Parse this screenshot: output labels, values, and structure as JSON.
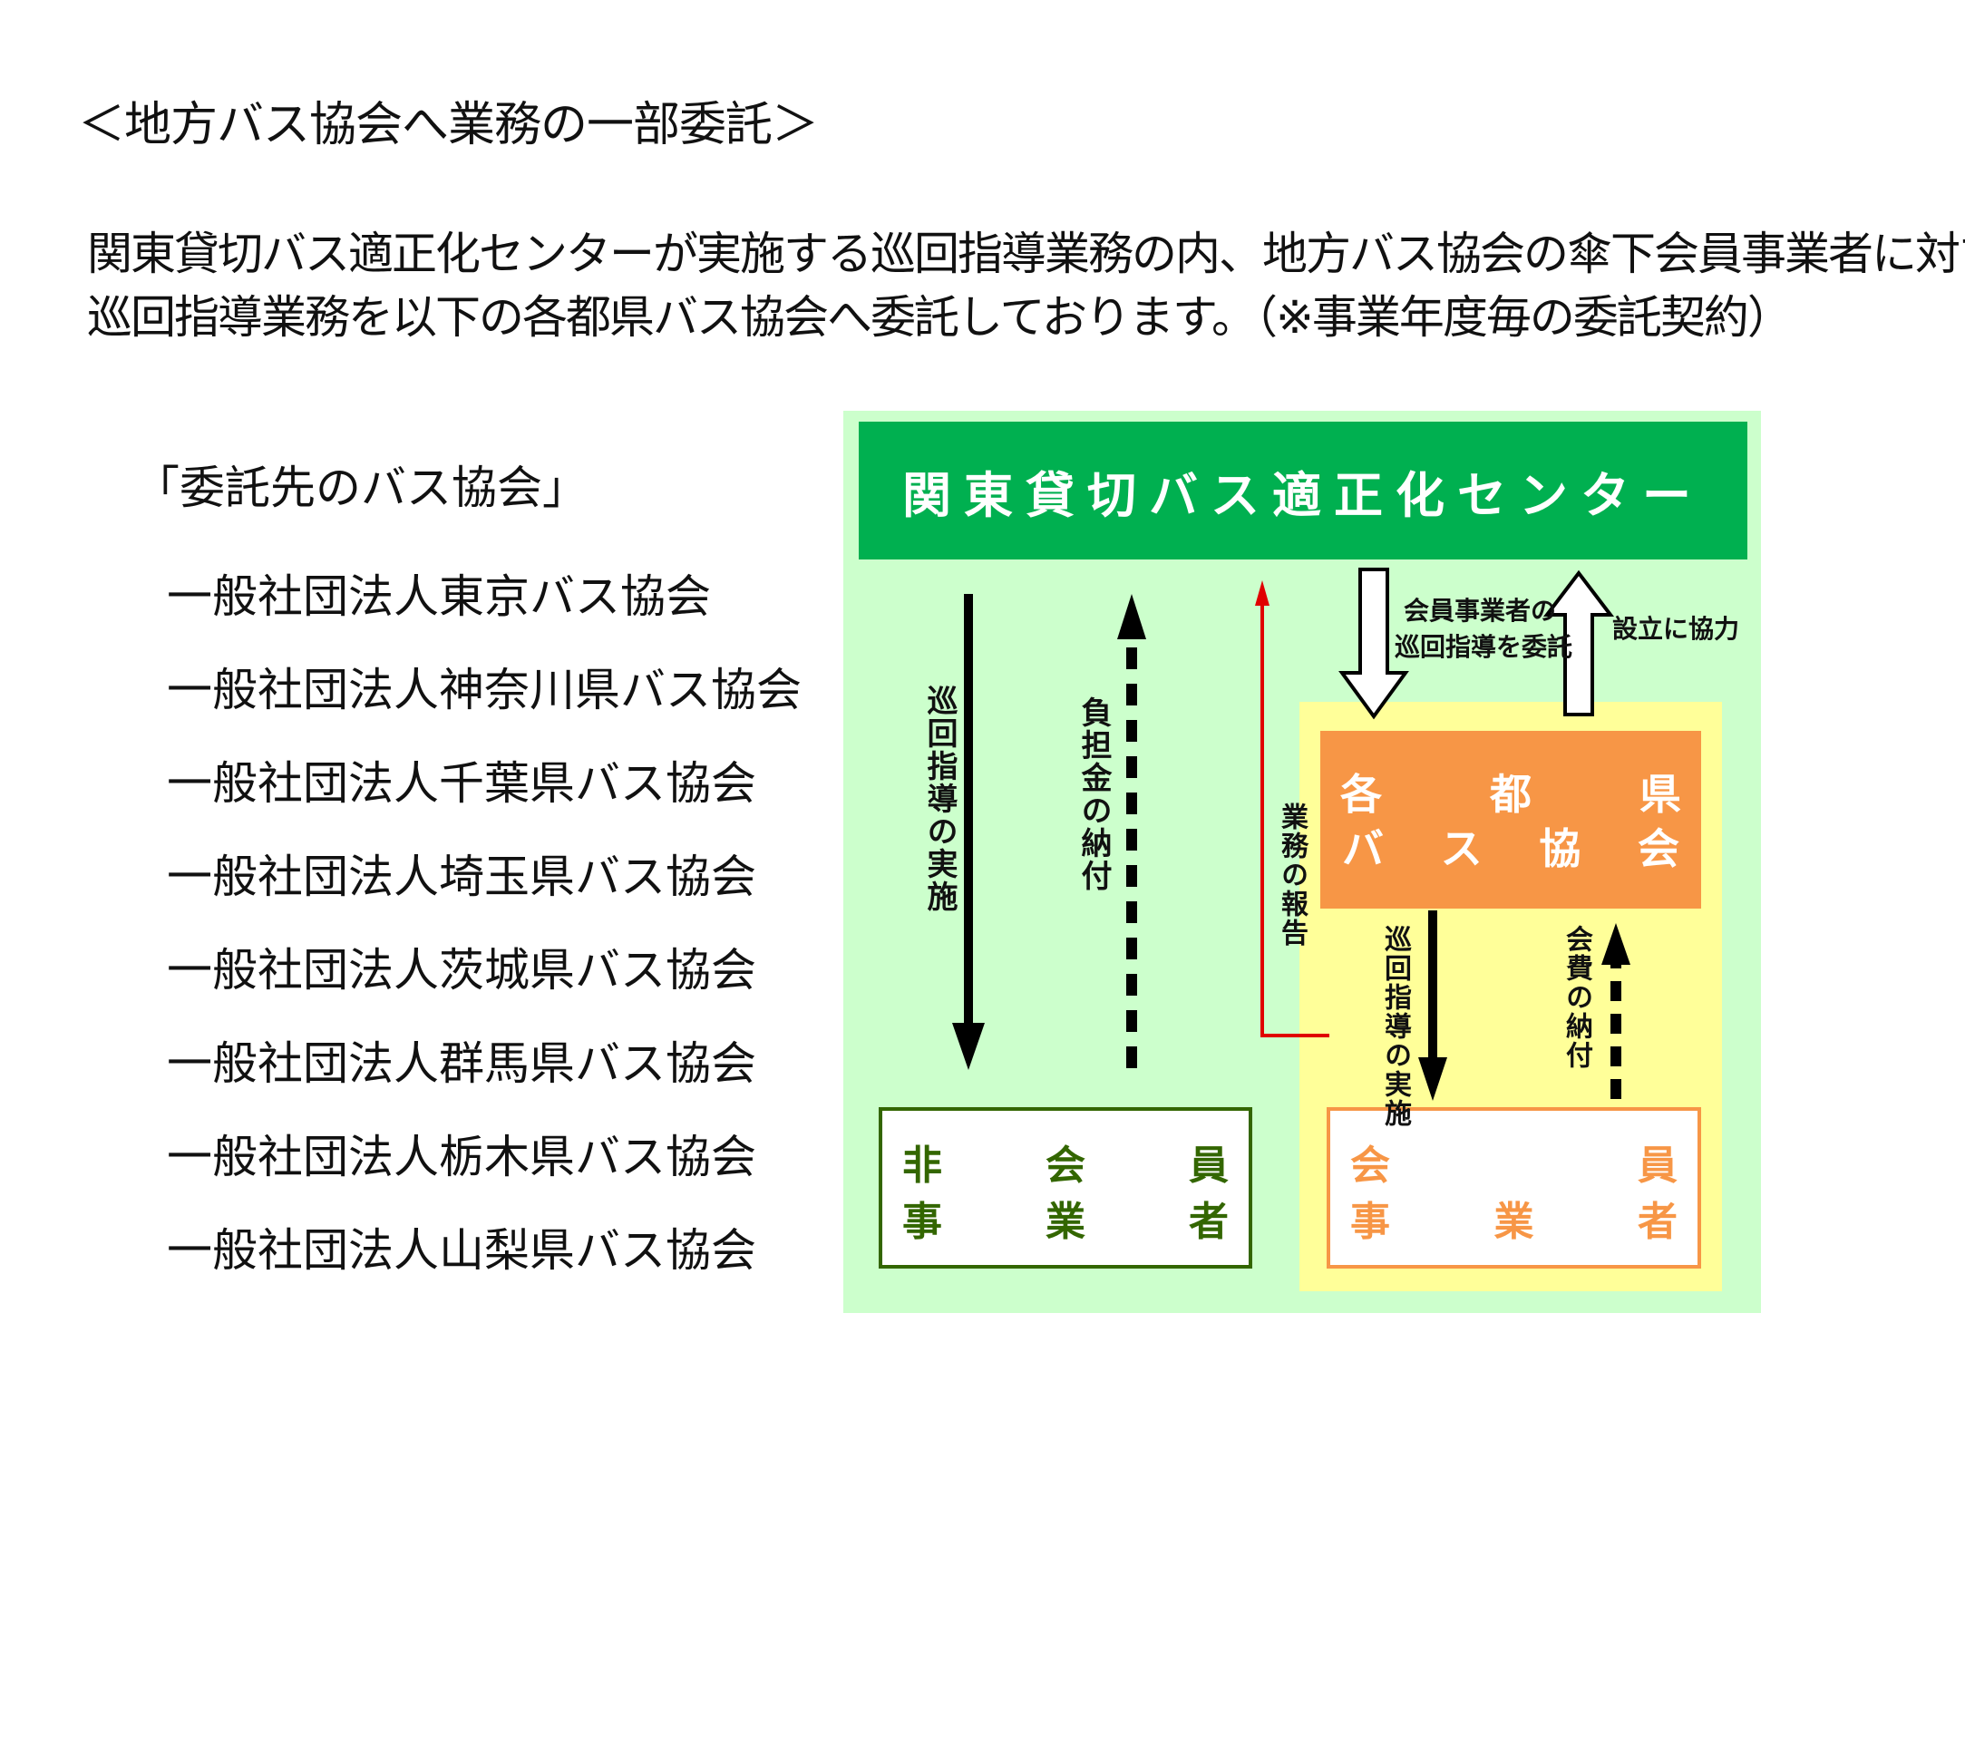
{
  "heading": "＜地方バス協会へ業務の一部委託＞",
  "intro": {
    "line1": "関東貸切バス適正化センターが実施する巡回指導業務の内、地方バス協会の傘下会員事業者に対する",
    "line2": "巡回指導業務を以下の各都県バス協会へ委託しております。（※事業年度毎の委託契約）"
  },
  "consignees": {
    "title": "「委託先のバス協会」",
    "items": [
      "一般社団法人東京バス協会",
      "一般社団法人神奈川県バス協会",
      "一般社団法人千葉県バス協会",
      "一般社団法人埼玉県バス協会",
      "一般社団法人茨城県バス協会",
      "一般社団法人群馬県バス協会",
      "一般社団法人栃木県バス協会",
      "一般社団法人山梨県バス協会"
    ]
  },
  "diagram": {
    "center": "関東貸切バス適正化センター",
    "association": {
      "row1": [
        "各",
        "都",
        "県"
      ],
      "row2": [
        "バ",
        "ス",
        "協",
        "会"
      ]
    },
    "non_member": {
      "row1": [
        "非",
        "会",
        "員"
      ],
      "row2": [
        "事",
        "業",
        "者"
      ]
    },
    "member": {
      "row1": [
        "会",
        "",
        "員"
      ],
      "row2": [
        "事",
        "業",
        "者"
      ]
    },
    "labels": {
      "guidance_to_nonmember": "巡回指導の実施",
      "burden_payment": "負担金の納付",
      "business_report": "業務の報告",
      "entrust_line1": "会員事業者の",
      "entrust_line2": "巡回指導を委託",
      "cooperate": "設立に協力",
      "guidance_to_member": "巡回指導の実施",
      "membership_fee": "会費の納付"
    },
    "colors": {
      "background": "#ccffcc",
      "center": "#00b050",
      "association": "#f79646",
      "member_zone": "#ffff99",
      "non_member_border": "#336600",
      "report_arrow": "#e00000"
    }
  }
}
